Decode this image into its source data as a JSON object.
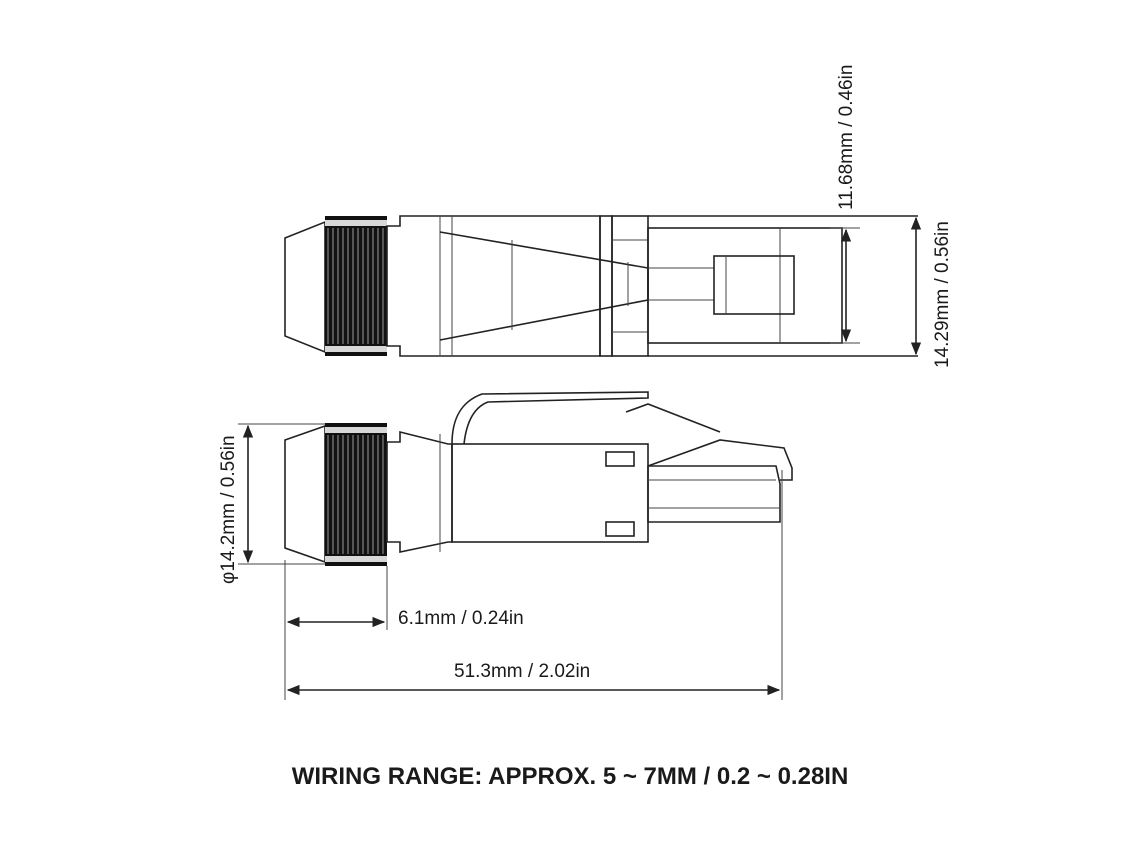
{
  "dimensions": {
    "latch_height": "11.68mm / 0.46in",
    "body_height": "14.29mm / 0.56in",
    "boot_diameter": "φ14.2mm / 0.56in",
    "nut_width": "6.1mm / 0.24in",
    "total_length": "51.3mm / 2.02in"
  },
  "caption": "WIRING RANGE: APPROX. 5 ~ 7MM / 0.2 ~ 0.28IN"
}
